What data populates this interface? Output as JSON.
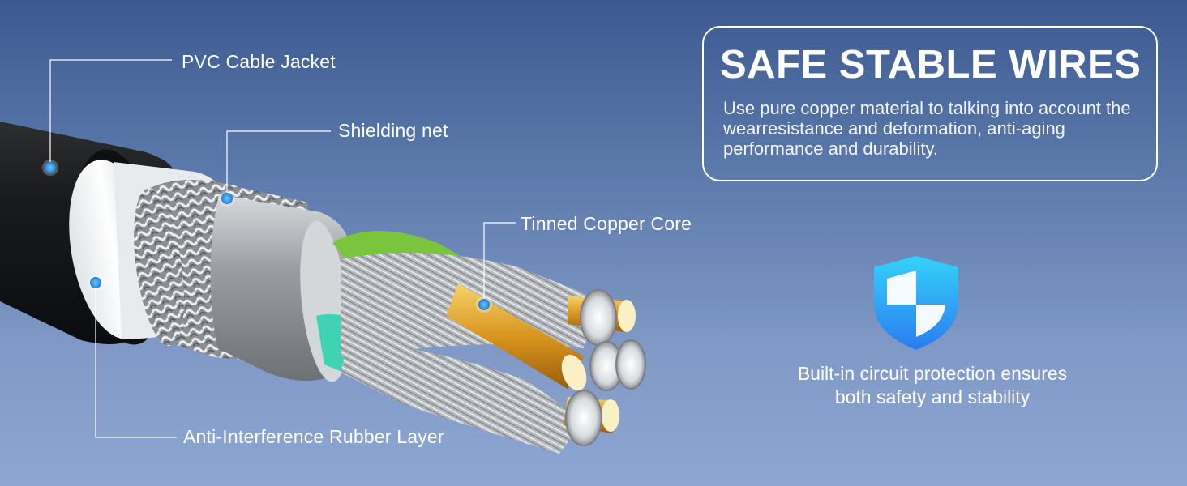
{
  "callouts": {
    "jacket": "PVC Cable Jacket",
    "shield": "Shielding net",
    "core": "Tinned Copper Core",
    "rubber": "Anti-Interference Rubber Layer"
  },
  "info": {
    "title": "SAFE STABLE WIRES",
    "text": "Use pure copper material to talking into account the wearresistance and deformation, anti-aging performance and durability."
  },
  "protection": {
    "line1": "Built-in circuit protection ensures",
    "line2": "both safety and stability"
  },
  "colors": {
    "callout_dot": "#3aa0f0",
    "shield_light": "#35d2f8",
    "shield_dark": "#2a7cf0",
    "jacket": "#151617",
    "insulation_green": "#7bc43e",
    "insulation_teal": "#3fd3b3"
  },
  "icons": {
    "shield": "shield-icon"
  }
}
